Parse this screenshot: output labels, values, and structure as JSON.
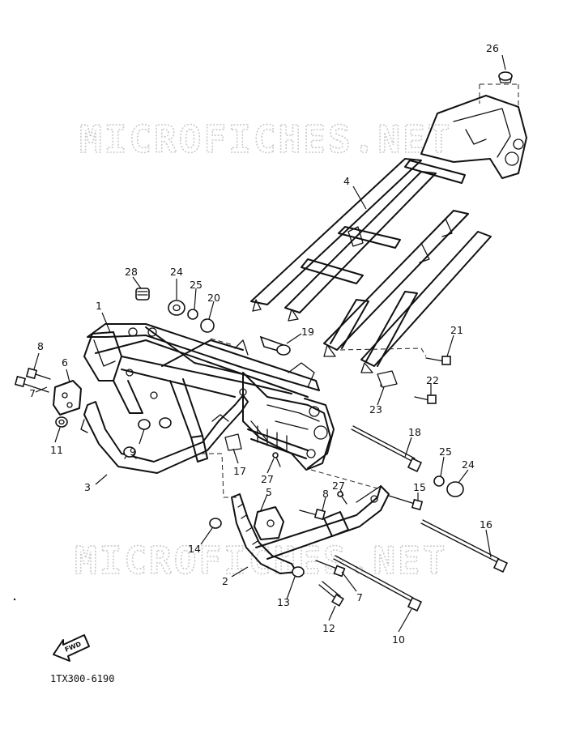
{
  "watermark_text": "MICROFICHES.NET",
  "part_code": "1TX300-6190",
  "direction_label": "FWD",
  "callouts": [
    {
      "id": "c1",
      "label": "1"
    },
    {
      "id": "c2",
      "label": "2"
    },
    {
      "id": "c3",
      "label": "3"
    },
    {
      "id": "c4",
      "label": "4"
    },
    {
      "id": "c5",
      "label": "5"
    },
    {
      "id": "c6",
      "label": "6"
    },
    {
      "id": "c7a",
      "label": "7"
    },
    {
      "id": "c7b",
      "label": "7"
    },
    {
      "id": "c8a",
      "label": "8"
    },
    {
      "id": "c8b",
      "label": "8"
    },
    {
      "id": "c9",
      "label": "9"
    },
    {
      "id": "c10",
      "label": "10"
    },
    {
      "id": "c11",
      "label": "11"
    },
    {
      "id": "c12",
      "label": "12"
    },
    {
      "id": "c13",
      "label": "13"
    },
    {
      "id": "c14",
      "label": "14"
    },
    {
      "id": "c15",
      "label": "15"
    },
    {
      "id": "c16",
      "label": "16"
    },
    {
      "id": "c17",
      "label": "17"
    },
    {
      "id": "c18",
      "label": "18"
    },
    {
      "id": "c19",
      "label": "19"
    },
    {
      "id": "c20",
      "label": "20"
    },
    {
      "id": "c21",
      "label": "21"
    },
    {
      "id": "c22",
      "label": "22"
    },
    {
      "id": "c23",
      "label": "23"
    },
    {
      "id": "c24a",
      "label": "24"
    },
    {
      "id": "c24b",
      "label": "24"
    },
    {
      "id": "c25a",
      "label": "25"
    },
    {
      "id": "c25b",
      "label": "25"
    },
    {
      "id": "c26",
      "label": "26"
    },
    {
      "id": "c27a",
      "label": "27"
    },
    {
      "id": "c27b",
      "label": "27"
    },
    {
      "id": "c28",
      "label": "28"
    }
  ]
}
